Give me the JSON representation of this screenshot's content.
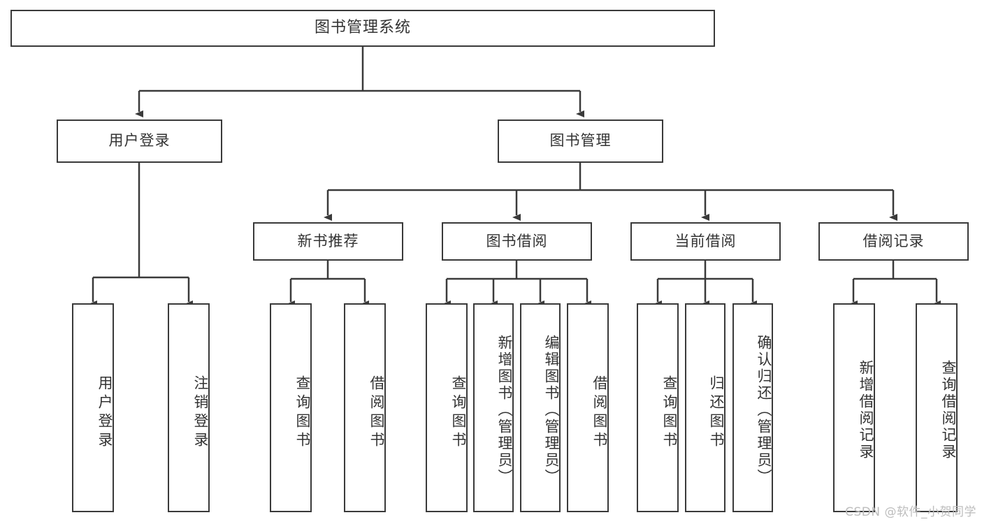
{
  "diagram": {
    "kind": "tree-hierarchy-chart",
    "title": "图书管理系统",
    "root": {
      "label": "图书管理系统"
    },
    "level1": [
      {
        "label": "用户登录"
      },
      {
        "label": "图书管理"
      }
    ],
    "level2": [
      {
        "label": "新书推荐"
      },
      {
        "label": "图书借阅"
      },
      {
        "label": "当前借阅"
      },
      {
        "label": "借阅记录"
      }
    ],
    "leaves": {
      "user_login": [
        {
          "label": "用户登录"
        },
        {
          "label": "注销登录"
        }
      ],
      "new_book_recommend": [
        {
          "label": "查询图书"
        },
        {
          "label": "借阅图书"
        }
      ],
      "book_borrow": [
        {
          "label": "查询图书"
        },
        {
          "label": "新增图书（管理员）"
        },
        {
          "label": "编辑图书（管理员）"
        },
        {
          "label": "借阅图书"
        }
      ],
      "current_borrow": [
        {
          "label": "查询图书"
        },
        {
          "label": "归还图书"
        },
        {
          "label": "确认归还（管理员）"
        }
      ],
      "borrow_record": [
        {
          "label": "新增借阅记录"
        },
        {
          "label": "查询借阅记录"
        }
      ]
    },
    "watermark": "CSDN @软件_小贺同学",
    "colors": {
      "stroke": "#3a3a3a",
      "text": "#333333",
      "background": "#ffffff",
      "watermark": "#bdbdbd"
    }
  }
}
